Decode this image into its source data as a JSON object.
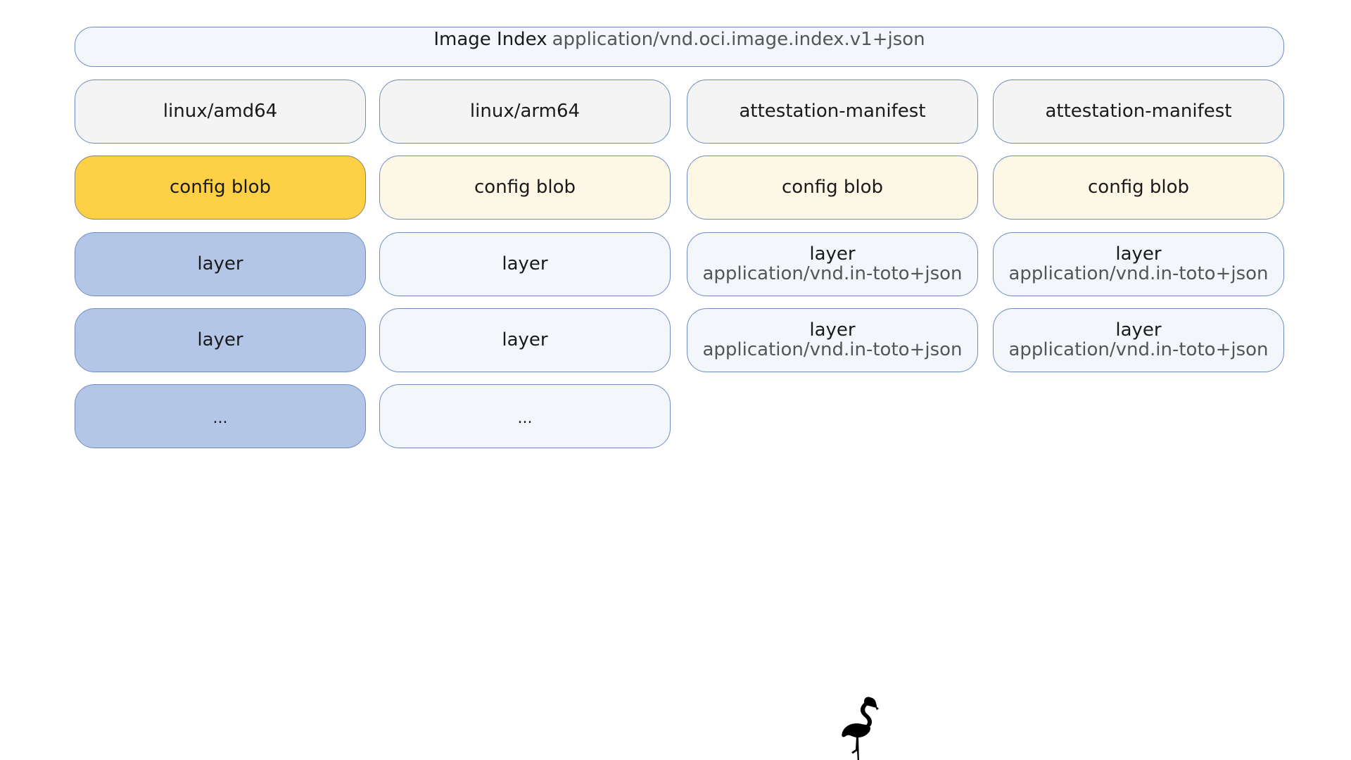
{
  "index": {
    "title": "Image Index",
    "media_type": "application/vnd.oci.image.index.v1+json"
  },
  "columns": [
    {
      "manifest": "linux/amd64",
      "config": "config blob",
      "layers": [
        {
          "label": "layer",
          "type": ""
        },
        {
          "label": "layer",
          "type": ""
        },
        {
          "label": "...",
          "type": ""
        }
      ]
    },
    {
      "manifest": "linux/arm64",
      "config": "config blob",
      "layers": [
        {
          "label": "layer",
          "type": ""
        },
        {
          "label": "layer",
          "type": ""
        },
        {
          "label": "...",
          "type": ""
        }
      ]
    },
    {
      "manifest": "attestation-manifest",
      "config": "config blob",
      "layers": [
        {
          "label": "layer",
          "type": "application/vnd.in-toto+json"
        },
        {
          "label": "layer",
          "type": "application/vnd.in-toto+json"
        }
      ]
    },
    {
      "manifest": "attestation-manifest",
      "config": "config blob",
      "layers": [
        {
          "label": "layer",
          "type": "application/vnd.in-toto+json"
        },
        {
          "label": "layer",
          "type": "application/vnd.in-toto+json"
        }
      ]
    }
  ],
  "colors": {
    "highlight_config": "#fdd046",
    "highlight_layer": "#b4c6e7",
    "config": "#fdf8e6",
    "manifest": "#f4f4f4",
    "layer": "#f3f6fb",
    "border": "#6f8dc2"
  },
  "icons": {
    "logo": "flamingo-icon"
  }
}
